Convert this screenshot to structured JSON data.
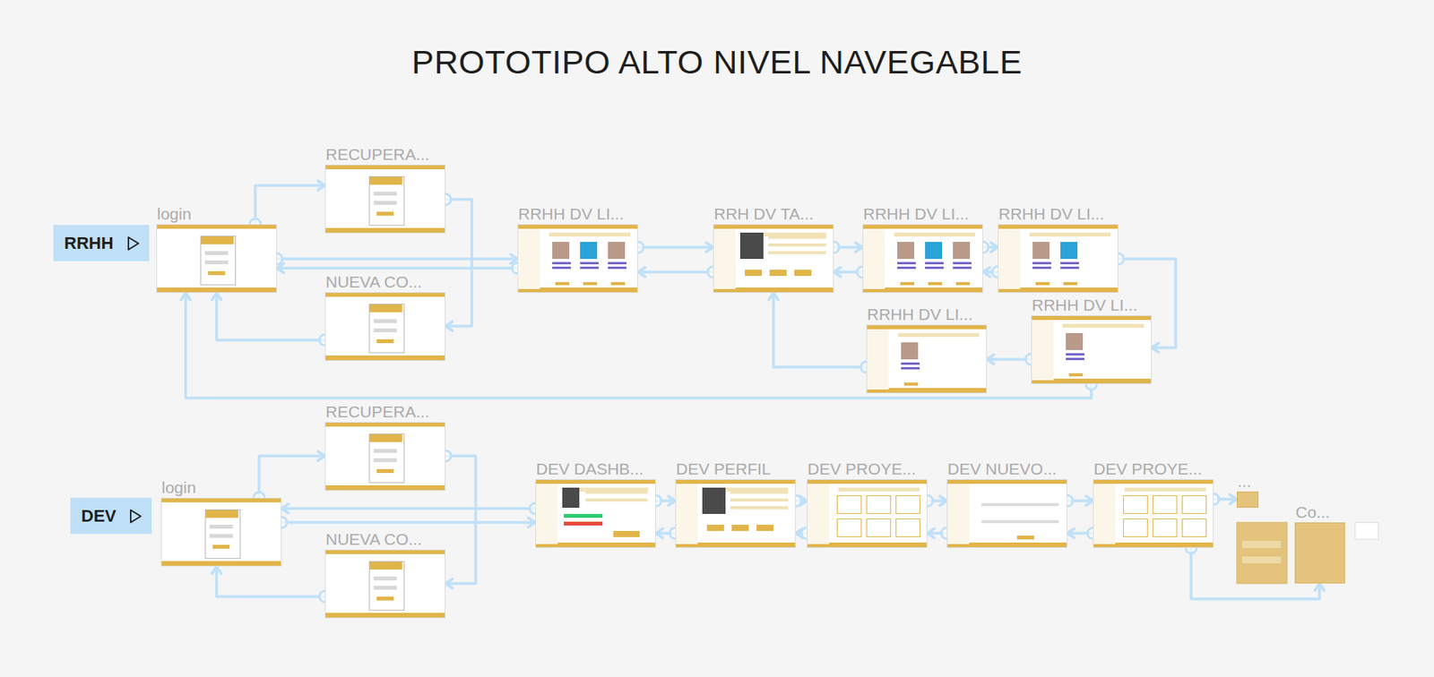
{
  "diagram": {
    "title": "PROTOTIPO ALTO NIVEL NAVEGABLE",
    "nodes": [
      {
        "text": [
          "RRHH"
        ]
      },
      {
        "text": [
          "login"
        ]
      },
      {
        "text": [
          "RECUPERA..."
        ]
      },
      {
        "text": [
          "NUEVA CO..."
        ]
      },
      {
        "text": [
          "RRHH DV LI..."
        ]
      },
      {
        "text": [
          "RRH DV TA..."
        ]
      },
      {
        "text": [
          "RRHH DV LI..."
        ]
      },
      {
        "text": [
          "RRHH DV LI..."
        ]
      },
      {
        "text": [
          "RRHH DV LI..."
        ]
      },
      {
        "text": [
          "RRHH DV LI..."
        ]
      },
      {
        "text": [
          "DEV"
        ]
      },
      {
        "text": [
          "RECUPERA..."
        ]
      },
      {
        "text": [
          "login"
        ]
      },
      {
        "text": [
          "NUEVA CO..."
        ]
      },
      {
        "text": [
          "DEV DASHB..."
        ]
      },
      {
        "text": [
          "DEV PERFIL"
        ]
      },
      {
        "text": [
          "DEV PROYE..."
        ]
      },
      {
        "text": [
          "DEV NUEVO..."
        ]
      },
      {
        "text": [
          "DEV PROYE..."
        ]
      },
      {
        "text": [
          "..."
        ]
      },
      {
        "text": [
          "Co..."
        ]
      }
    ],
    "edges": [
      {
        "from": 1,
        "to": 2,
        "arrow": "to"
      },
      {
        "from": 2,
        "to": 3,
        "arrow": "to"
      },
      {
        "from": 3,
        "to": 1,
        "arrow": "to"
      },
      {
        "from": 1,
        "to": 4,
        "arrow": "to"
      },
      {
        "from": 4,
        "to": 1,
        "arrow": "to"
      },
      {
        "from": 4,
        "to": 5,
        "arrow": "to"
      },
      {
        "from": 5,
        "to": 4,
        "arrow": "to"
      },
      {
        "from": 5,
        "to": 6,
        "arrow": "to"
      },
      {
        "from": 6,
        "to": 5,
        "arrow": "to"
      },
      {
        "from": 6,
        "to": 7,
        "arrow": "to"
      },
      {
        "from": 7,
        "to": 6,
        "arrow": "to"
      },
      {
        "from": 7,
        "to": 9,
        "arrow": "to"
      },
      {
        "from": 9,
        "to": 8,
        "arrow": "to"
      },
      {
        "from": 8,
        "to": 5,
        "arrow": "to"
      },
      {
        "from": 9,
        "to": 1,
        "arrow": "to"
      },
      {
        "from": 12,
        "to": 11,
        "arrow": "to"
      },
      {
        "from": 11,
        "to": 13,
        "arrow": "to"
      },
      {
        "from": 13,
        "to": 12,
        "arrow": "to"
      },
      {
        "from": 12,
        "to": 14,
        "arrow": "to"
      },
      {
        "from": 14,
        "to": 12,
        "arrow": "to"
      },
      {
        "from": 14,
        "to": 15,
        "arrow": "to"
      },
      {
        "from": 15,
        "to": 14,
        "arrow": "to"
      },
      {
        "from": 15,
        "to": 16,
        "arrow": "to"
      },
      {
        "from": 16,
        "to": 15,
        "arrow": "to"
      },
      {
        "from": 16,
        "to": 17,
        "arrow": "to"
      },
      {
        "from": 17,
        "to": 16,
        "arrow": "to"
      },
      {
        "from": 17,
        "to": 18,
        "arrow": "to"
      },
      {
        "from": 18,
        "to": 17,
        "arrow": "to"
      },
      {
        "from": 18,
        "to": 19,
        "arrow": "to"
      },
      {
        "from": 18,
        "to": 20,
        "arrow": "to"
      }
    ]
  }
}
